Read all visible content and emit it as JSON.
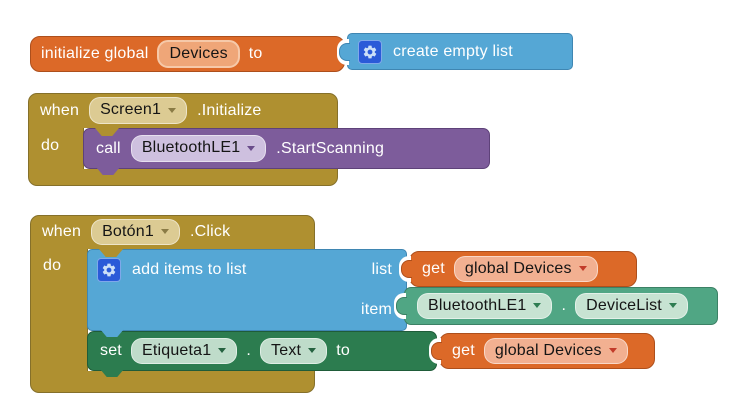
{
  "colors": {
    "variable_orange": "#dc6928",
    "variable_field_orange": "#efa678",
    "get_field_orange": "#f2b091",
    "list_blue": "#55a7d5",
    "mutator_blue": "#2a5ad8",
    "event_gold": "#af9030",
    "event_field_tan": "#dccb93",
    "procedure_purple": "#7d5c9b",
    "procedure_field_lavender": "#cec0df",
    "component_green": "#50a684",
    "component_field_green": "#c7e3d2",
    "setter_green": "#2c7c4f",
    "setter_field_sage": "#bfdcca"
  },
  "init_block": {
    "keyword": "initialize global",
    "name": "Devices",
    "to": "to"
  },
  "create_list_block": {
    "label": "create empty list"
  },
  "screen_event": {
    "when": "when",
    "component": "Screen1",
    "event": ".Initialize",
    "do": "do"
  },
  "call_block": {
    "call": "call",
    "component": "BluetoothLE1",
    "method": ".StartScanning"
  },
  "button_event": {
    "when": "when",
    "component": "Botón1",
    "event": ".Click",
    "do": "do"
  },
  "add_items_block": {
    "label": "add items to list",
    "list_arg": "list",
    "item_arg": "item"
  },
  "get_devices_list": {
    "get": "get",
    "variable": "global Devices"
  },
  "device_list_block": {
    "component": "BluetoothLE1",
    "dot": ".",
    "property": "DeviceList"
  },
  "set_block": {
    "set": "set",
    "component": "Etiqueta1",
    "dot": ".",
    "property": "Text",
    "to": "to"
  },
  "get_devices_item": {
    "get": "get",
    "variable": "global Devices"
  }
}
